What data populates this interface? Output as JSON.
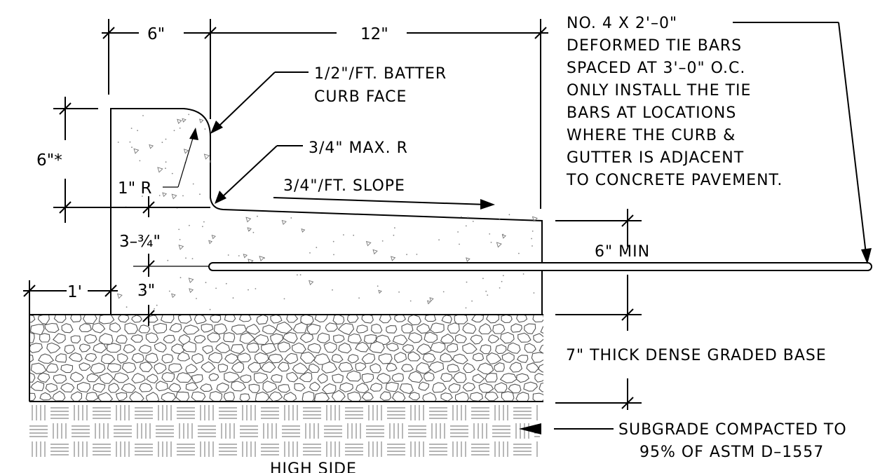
{
  "labels": {
    "dim_6_top": "6\"",
    "dim_12_top": "12\"",
    "dim_6_star": "6\"*",
    "dim_1_r": "1\"  R",
    "dim_3_34": "3–¾\"",
    "dim_1_ft": "1'",
    "dim_3": "3\"",
    "batter_1": "1/2\"/FT. BATTER",
    "batter_2": "CURB FACE",
    "max_r": "3/4\"  MAX. R",
    "slope": "3/4\"/FT. SLOPE",
    "min_6": "6\"  MIN",
    "base": "7\"  THICK DENSE GRADED BASE",
    "subgrade_1": "SUBGRADE COMPACTED TO",
    "subgrade_2": "95% OF ASTM D–1557",
    "bottom_cut": "HIGH SIDE",
    "tie_notes": [
      "NO. 4 X 2'–0\"",
      "DEFORMED TIE BARS",
      "SPACED AT 3'–0\" O.C.",
      "ONLY INSTALL THE TIE",
      "BARS AT LOCATIONS",
      "WHERE THE CURB &",
      "GUTTER IS ADJACENT",
      "TO CONCRETE PAVEMENT."
    ]
  },
  "icons": {
    "arrowhead": "filled-triangle-arrowhead",
    "tick": "dimension-slash-tick",
    "aggregate": "stone-pattern",
    "subgrade": "crosshatch-pattern"
  }
}
